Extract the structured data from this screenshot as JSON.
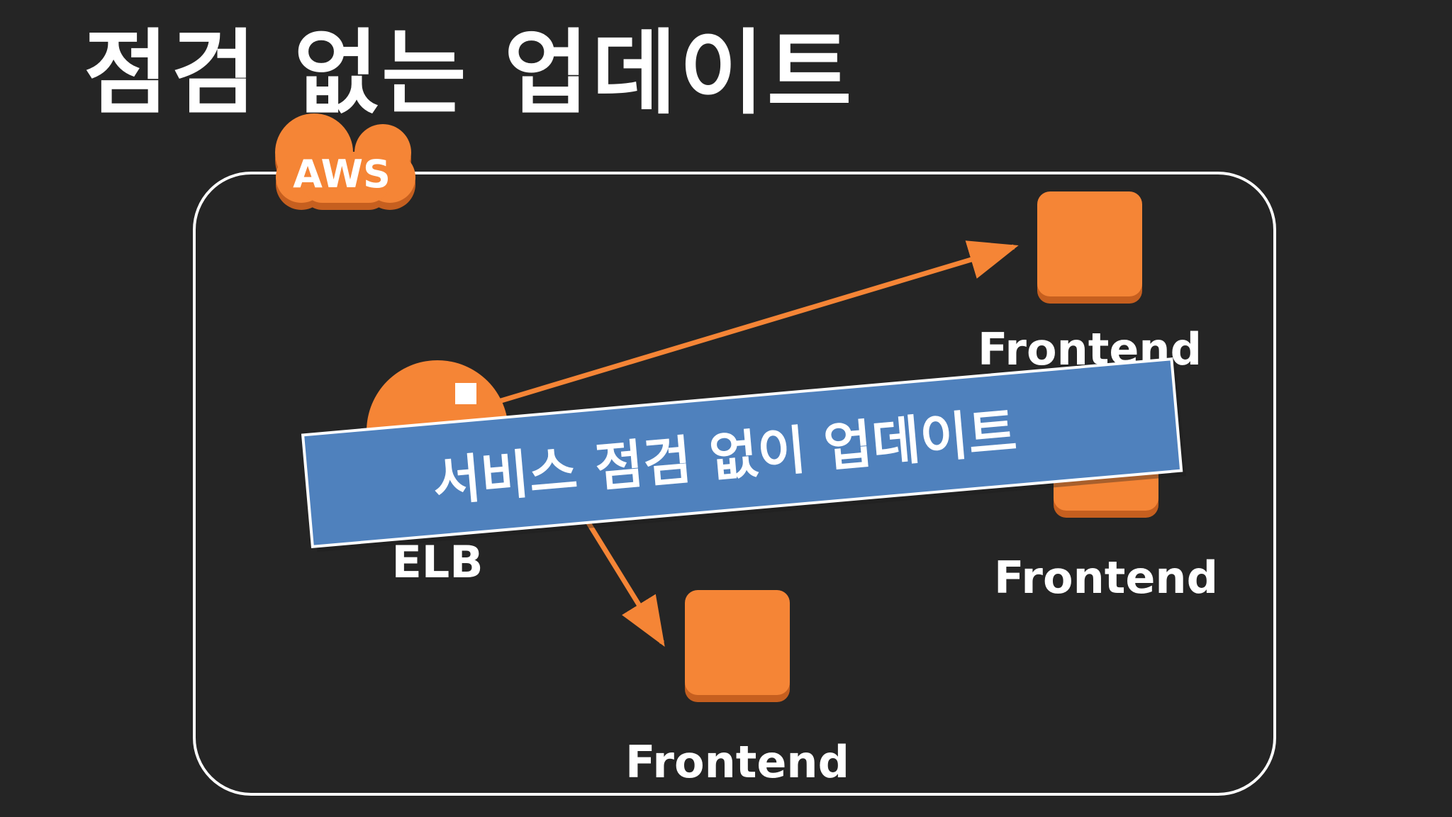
{
  "slide": {
    "title": "점검 없는 업데이트"
  },
  "diagram": {
    "cloud_badge": "AWS",
    "nodes": [
      {
        "label": "ELB",
        "icon": "elb-load-balancer-icon"
      },
      {
        "label": "Frontend",
        "icon": "frontend-instance-icon"
      },
      {
        "label": "Frontend",
        "icon": "frontend-instance-icon"
      },
      {
        "label": "Frontend",
        "icon": "frontend-instance-icon"
      }
    ]
  },
  "banner": {
    "text": "서비스 점검 없이 업데이트"
  },
  "colors": {
    "background": "#252525",
    "accent_orange": "#F58536",
    "banner_blue": "#4F81BD",
    "frame_white": "#FFFFFF"
  }
}
